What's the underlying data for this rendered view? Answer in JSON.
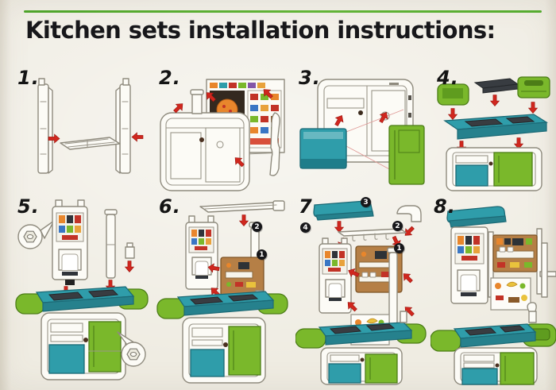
{
  "header": {
    "title": "Kitchen sets installation instructions:"
  },
  "colors": {
    "accent_line_green": "#55ab2f",
    "paper_background": "#efece2",
    "counter_teal": "#2f9daa",
    "door_green": "#7ab82b",
    "tray_dark": "#383c41",
    "arrow_red": "#d0271e",
    "menu_board_brown": "#b57f46",
    "title_ink": "#17171a"
  },
  "steps": [
    {
      "number": "1."
    },
    {
      "number": "2."
    },
    {
      "number": "3."
    },
    {
      "number": "4."
    },
    {
      "number": "5."
    },
    {
      "number": "6.",
      "markers": [
        "2",
        "1"
      ]
    },
    {
      "number": "7",
      "markers": [
        "4",
        "3",
        "2",
        "1"
      ]
    },
    {
      "number": "8."
    }
  ]
}
